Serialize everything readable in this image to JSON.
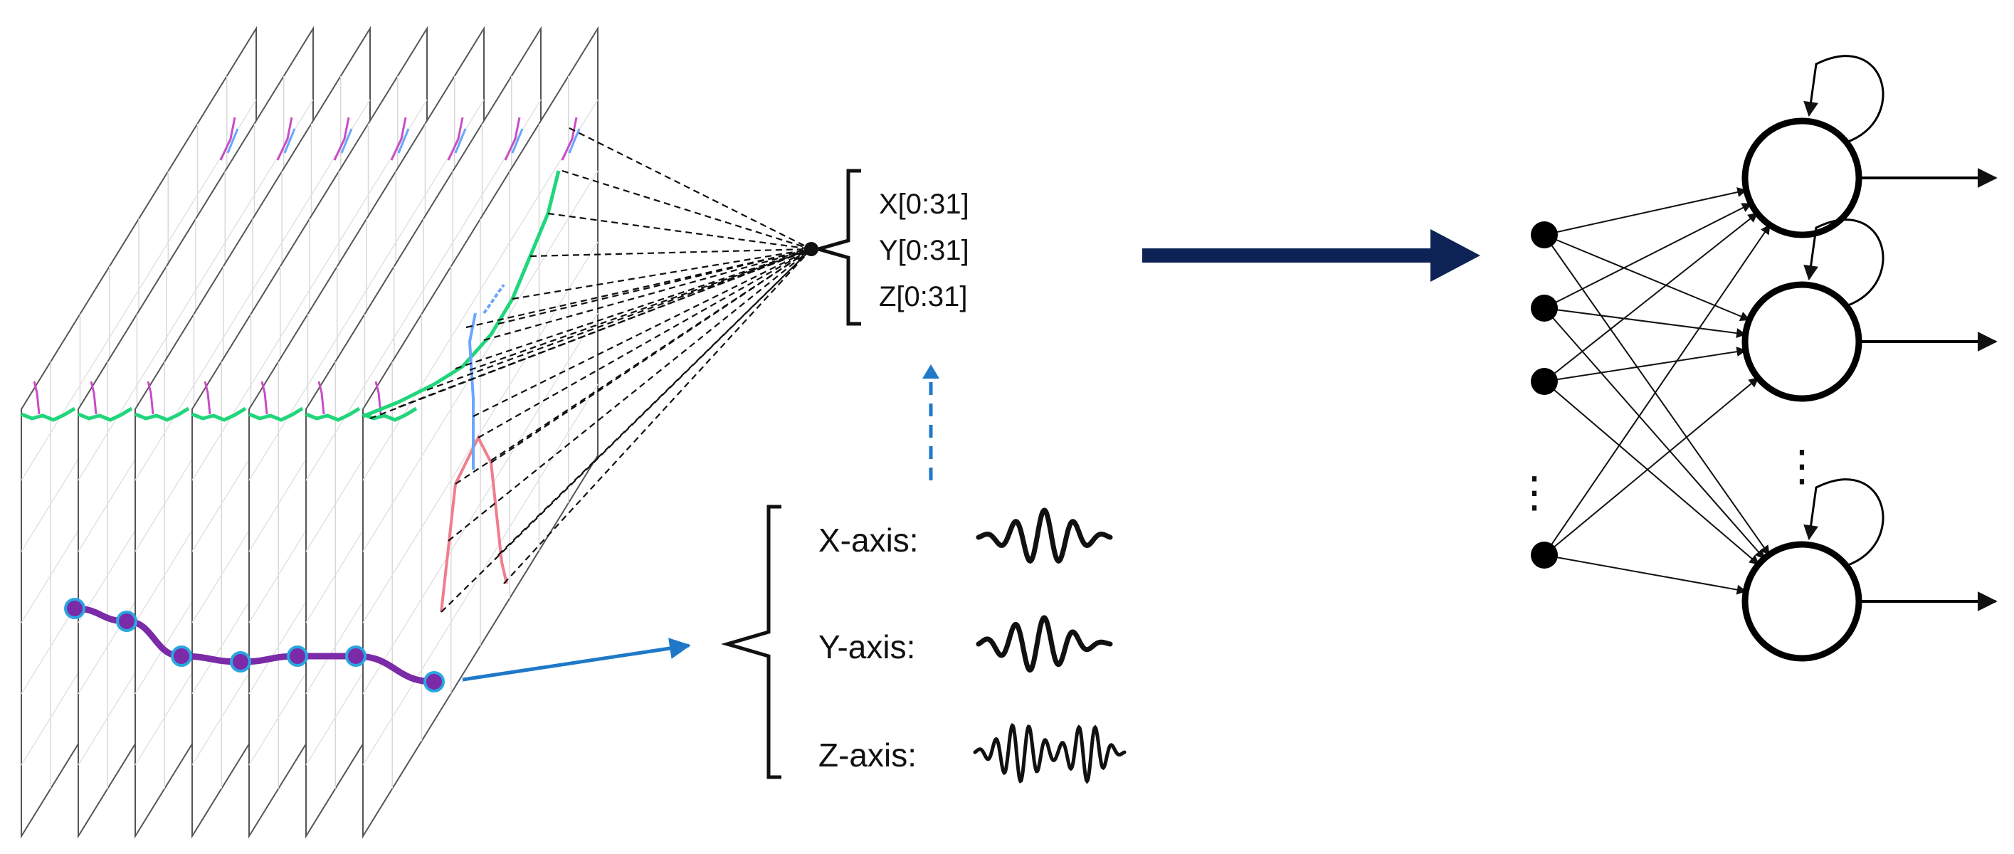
{
  "coordinate_labels": [
    "X[0:31]",
    "Y[0:31]",
    "Z[0:31]"
  ],
  "axis_labels": [
    "X-axis:",
    "Y-axis:",
    "Z-axis:"
  ],
  "colors": {
    "frame_border": "#555555",
    "trajectory": "#7b2aa8",
    "trajectory_nodes": "#2aa6e0",
    "skeleton_green": "#1fd67a",
    "skeleton_pink": "#f07d8c",
    "skeleton_blue": "#6aa6ff",
    "skeleton_magenta": "#c84cc8",
    "dashed_link": "#111111",
    "blue_arrow": "#1f78c8",
    "main_arrow": "#0d2356"
  },
  "network": {
    "input_node_count_drawn": 4,
    "recurrent_unit_count_drawn": 3,
    "ellipsis": "⋮"
  }
}
